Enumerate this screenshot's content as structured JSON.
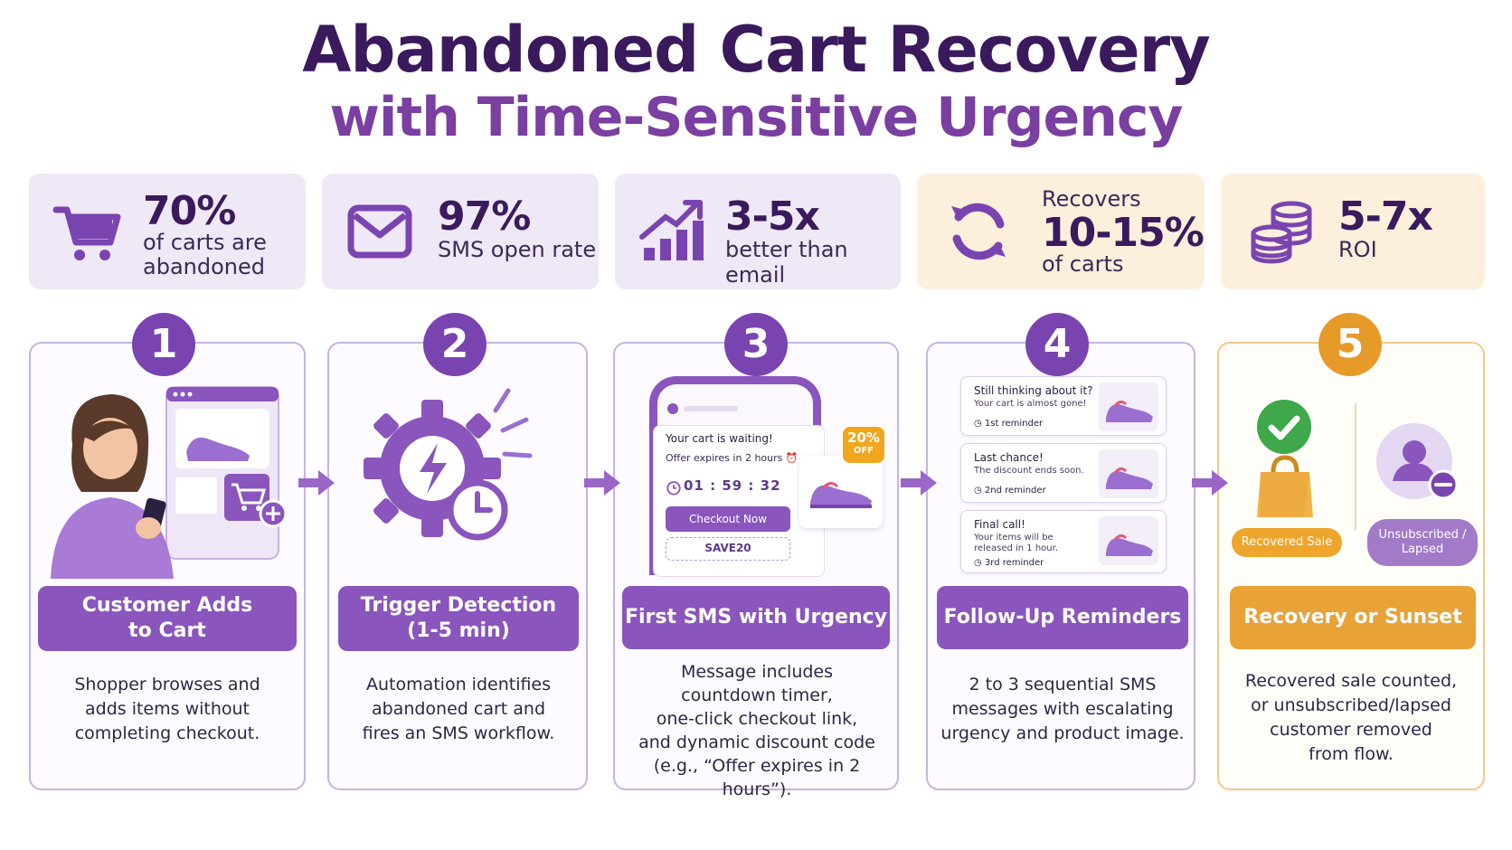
{
  "title": {
    "line1": "Abandoned Cart Recovery",
    "line2": "with Time-Sensitive Urgency"
  },
  "stats": [
    {
      "big": "70%",
      "line1": "of carts are",
      "line2": "abandoned",
      "icon": "shopping-cart-icon"
    },
    {
      "big": "97%",
      "line1": "SMS open rate",
      "icon": "envelope-icon"
    },
    {
      "big": "3-5x",
      "line1": "better than email",
      "icon": "growth-chart-icon"
    },
    {
      "pre": "Recovers",
      "big": "10-15%",
      "line1": "of carts",
      "icon": "refresh-icon"
    },
    {
      "big": "5-7x",
      "line1": "ROI",
      "icon": "coin-stack-icon"
    }
  ],
  "steps": [
    {
      "num": "1",
      "title_l1": "Customer Adds",
      "title_l2": "to Cart",
      "desc": [
        "Shopper browses and",
        "adds items without",
        "completing checkout."
      ]
    },
    {
      "num": "2",
      "title_l1": "Trigger Detection",
      "title_l2": "(1-5 min)",
      "desc": [
        "Automation identifies",
        "abandoned cart and",
        "fires an SMS workflow."
      ]
    },
    {
      "num": "3",
      "title_l1": "First SMS with Urgency",
      "desc": [
        "Message includes",
        "countdown timer,",
        "one-click checkout link,",
        "and dynamic discount code",
        "(e.g., “Offer expires in 2 hours”)."
      ]
    },
    {
      "num": "4",
      "title_l1": "Follow-Up Reminders",
      "desc": [
        "2 to 3 sequential SMS",
        "messages with escalating",
        "urgency and product image."
      ]
    },
    {
      "num": "5",
      "title_l1": "Recovery or Sunset",
      "desc": [
        "Recovered sale counted,",
        "or unsubscribed/lapsed",
        "customer removed",
        "from flow."
      ]
    }
  ],
  "sms": {
    "headline": "Your cart is waiting!",
    "expires": "Offer expires in 2 hours",
    "timer": "01 : 59 : 32",
    "checkout": "Checkout Now",
    "code": "SAVE20",
    "discount": "20%",
    "discount_sub": "OFF"
  },
  "reminders": [
    {
      "head": "Still thinking about it?",
      "body": "Your cart is almost gone!",
      "tag": "1st reminder"
    },
    {
      "head": "Last chance!",
      "body": "The discount ends soon.",
      "tag": "2nd reminder"
    },
    {
      "head": "Final call!",
      "body": "Your items will be released in 1 hour.",
      "tag": "3rd reminder"
    }
  ],
  "outcomes": {
    "recovered": "Recovered Sale",
    "lapsed": "Unsubscribed / Lapsed"
  },
  "colors": {
    "purple": "#8a55bd",
    "dark_purple": "#3a1a5c",
    "orange": "#e8a236"
  }
}
